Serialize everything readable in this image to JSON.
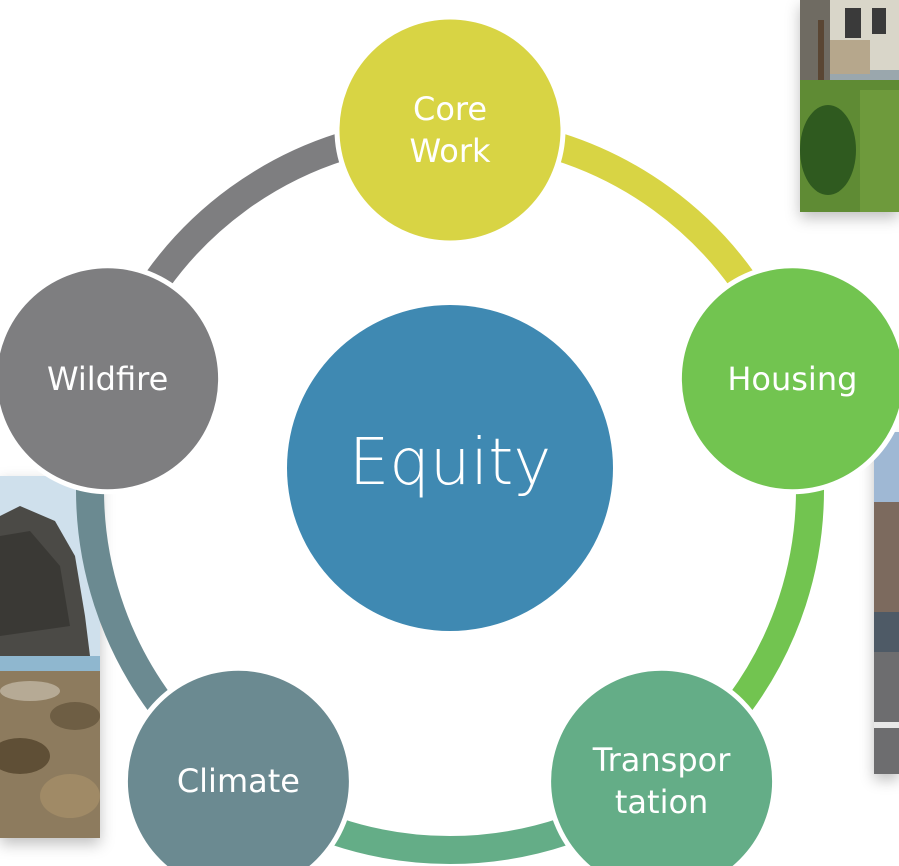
{
  "center": {
    "label": "Equity",
    "color": "#3f89b2"
  },
  "nodes": [
    {
      "id": "core-work",
      "label": "Core\nWork",
      "color": "#d8d444",
      "arc_color": "#d8d444"
    },
    {
      "id": "housing",
      "label": "Housing",
      "color": "#72c450",
      "arc_color": "#72c450"
    },
    {
      "id": "transportation",
      "label": "Transpor\ntation",
      "color": "#64ad87",
      "arc_color": "#64ad87"
    },
    {
      "id": "climate",
      "label": "Climate",
      "color": "#6b8a91",
      "arc_color": "#6b8a91"
    },
    {
      "id": "wildfire",
      "label": "Wildfire",
      "color": "#7e7e80",
      "arc_color": "#7e7e80"
    }
  ],
  "photos": [
    {
      "name": "house-photo",
      "subject": "house-with-lawn"
    },
    {
      "name": "coast-photo",
      "subject": "rocky-coastline"
    },
    {
      "name": "street-photo",
      "subject": "street-with-car"
    }
  ]
}
